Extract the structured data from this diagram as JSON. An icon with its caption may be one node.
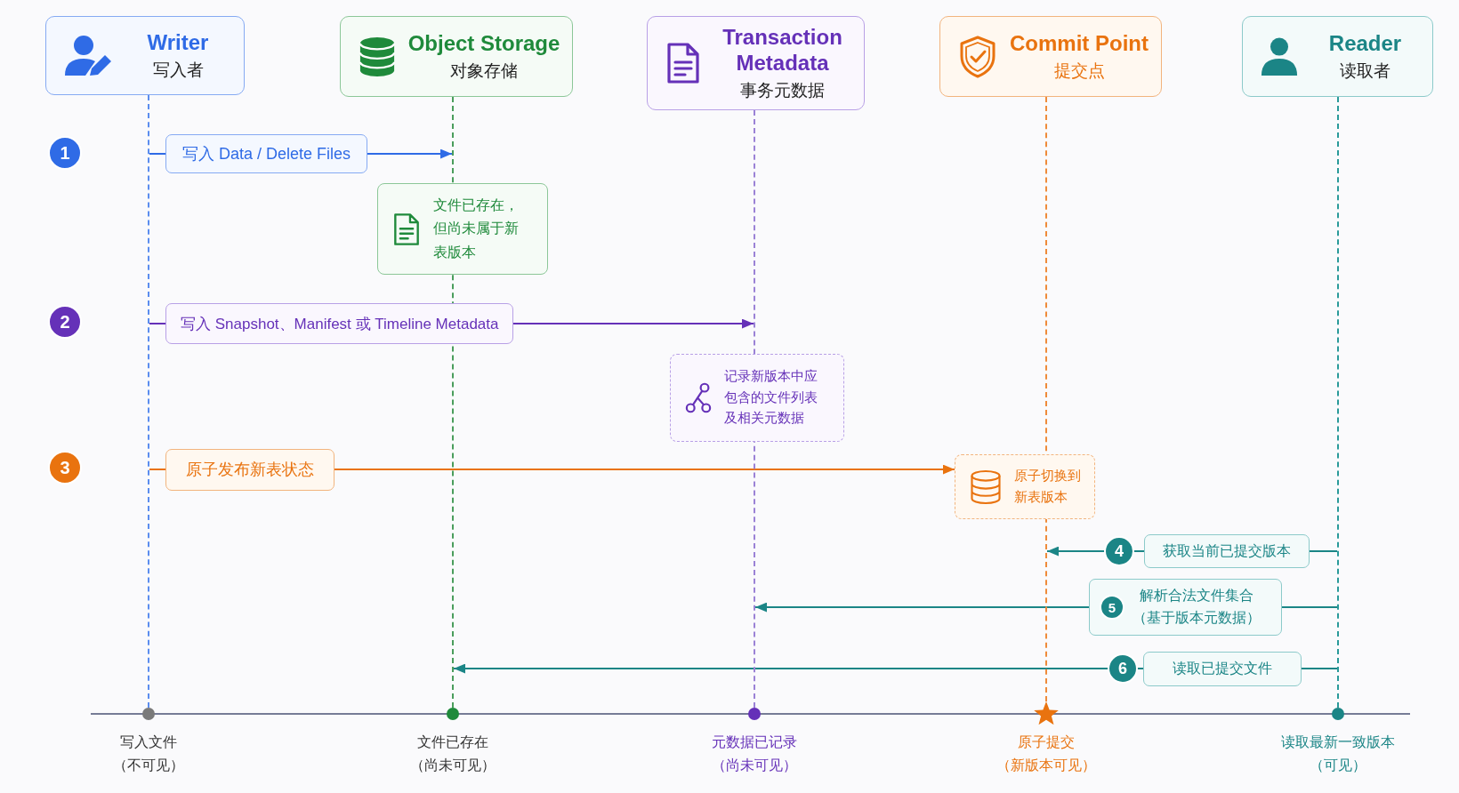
{
  "diagram": {
    "nodes": [
      {
        "text": [
          "Writer",
          "写入者"
        ]
      },
      {
        "text": [
          "Object Storage",
          "对象存储"
        ]
      },
      {
        "text": [
          "Transaction Metadata",
          "事务元数据"
        ]
      },
      {
        "text": [
          "Commit Point",
          "提交点"
        ]
      },
      {
        "text": [
          "Reader",
          "读取者"
        ]
      },
      {
        "text": [],
        "shape": "line",
        "beside": [
          "写入文件",
          "（不可见）"
        ]
      },
      {
        "text": [],
        "shape": "line",
        "beside": [
          "文件已存在",
          "（尚未可见）"
        ]
      },
      {
        "text": [],
        "shape": "line",
        "beside": [
          "元数据已记录",
          "（尚未可见）"
        ]
      },
      {
        "text": [],
        "shape": "line",
        "beside": [
          "原子提交",
          "（新版本可见）"
        ]
      },
      {
        "text": [],
        "shape": "line",
        "beside": [
          "读取最新一致版本",
          "（可见）"
        ]
      },
      {
        "text": [
          "文件已存在，但尚未属于新表版本"
        ]
      },
      {
        "text": [
          "记录新版本中应包含的文件列表及相关元数据"
        ]
      },
      {
        "text": [
          "原子切换到新表版本"
        ]
      }
    ],
    "edges": [
      {
        "from": 5,
        "to": 6,
        "arrow": "to",
        "label": "写入 Data / Delete Files",
        "color": "#2f6be6"
      },
      {
        "from": 5,
        "to": 7,
        "arrow": "to",
        "label": "写入 Snapshot、Manifest 或 Timeline Metadata",
        "color": "#6531b8"
      },
      {
        "from": 5,
        "to": 12,
        "arrow": "to",
        "label": "原子发布新表状态",
        "color": "#e9730f"
      },
      {
        "from": 9,
        "to": 8,
        "arrow": "to",
        "label": "获取当前已提交版本"
      },
      {
        "from": 9,
        "to": 7,
        "arrow": "to",
        "label": "解析合法文件集合（基于版本元数据）"
      },
      {
        "from": 9,
        "to": 6,
        "arrow": "to",
        "label": "读取已提交文件"
      }
    ],
    "labels": [
      "1",
      "2",
      "3",
      "4",
      "5",
      "6"
    ]
  }
}
